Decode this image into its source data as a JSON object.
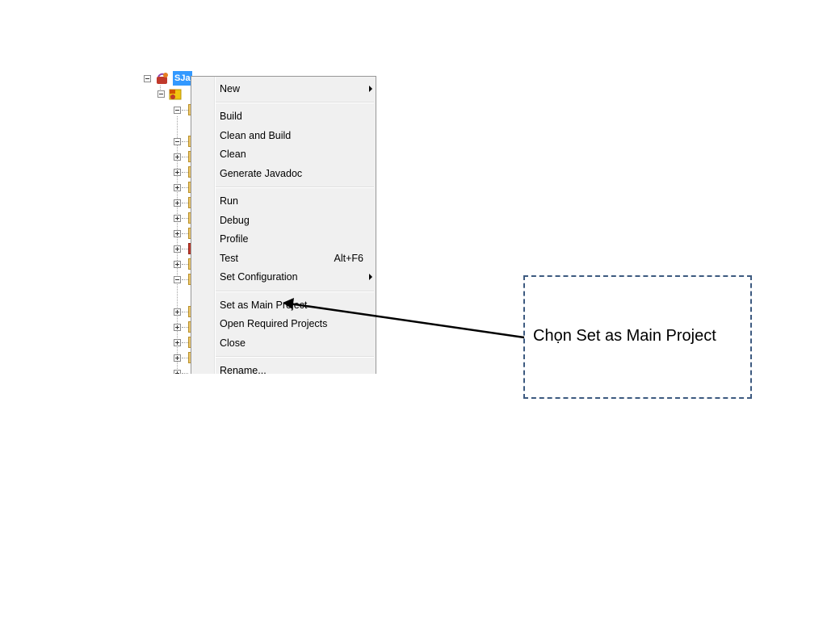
{
  "tree": {
    "project_name": "SJa",
    "project_icon": "java-project-icon",
    "source_icon": "source-packages-icon"
  },
  "context_menu": {
    "items": [
      {
        "label": "New",
        "submenu": true
      },
      {
        "label": "Build"
      },
      {
        "label": "Clean and Build"
      },
      {
        "label": "Clean"
      },
      {
        "label": "Generate Javadoc"
      },
      {
        "label": "Run"
      },
      {
        "label": "Debug"
      },
      {
        "label": "Profile"
      },
      {
        "label": "Test",
        "shortcut": "Alt+F6"
      },
      {
        "label": "Set Configuration",
        "submenu": true
      },
      {
        "label": "Set as Main Project"
      },
      {
        "label": "Open Required Projects"
      },
      {
        "label": "Close"
      },
      {
        "label": "Rename..."
      }
    ]
  },
  "callout": {
    "text": "Chọn Set as Main Project",
    "border_color": "#3d5a80"
  },
  "colors": {
    "selection": "#3399ff",
    "menu_background": "#f0f0f0"
  }
}
